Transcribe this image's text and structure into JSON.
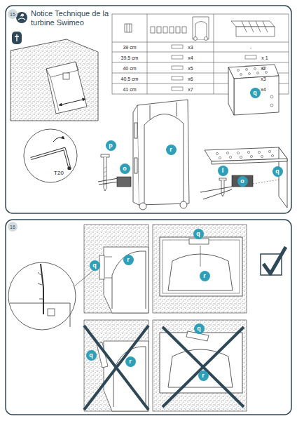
{
  "diagram": {
    "title": "Notice Technique de la turbine Swimeo",
    "nodes": [
      {
        "text": [
          "15"
        ]
      },
      {
        "text": [
          "p"
        ]
      },
      {
        "text": [
          "r"
        ]
      },
      {
        "text": [
          "o"
        ]
      },
      {
        "text": [
          "q"
        ]
      },
      {
        "text": [
          "l"
        ]
      },
      {
        "text": [
          "o"
        ]
      },
      {
        "text": [
          "q"
        ]
      },
      {
        "text": [
          "16"
        ]
      },
      {
        "text": [
          "q"
        ]
      },
      {
        "text": [
          "r"
        ]
      },
      {
        "text": [
          "q"
        ]
      },
      {
        "text": [
          "r"
        ]
      },
      {
        "text": [
          "q"
        ]
      },
      {
        "text": [
          "r"
        ]
      },
      {
        "text": [
          "q"
        ]
      },
      {
        "text": [
          "r"
        ]
      }
    ],
    "labels": [
      "39 cm",
      "39,5 cm",
      "40 cm",
      "40,5 cm",
      "41 cm",
      "x3",
      "x4",
      "x5",
      "x6",
      "x7",
      "-",
      "x 1",
      "x2",
      "x3",
      "x4",
      "T20"
    ]
  }
}
